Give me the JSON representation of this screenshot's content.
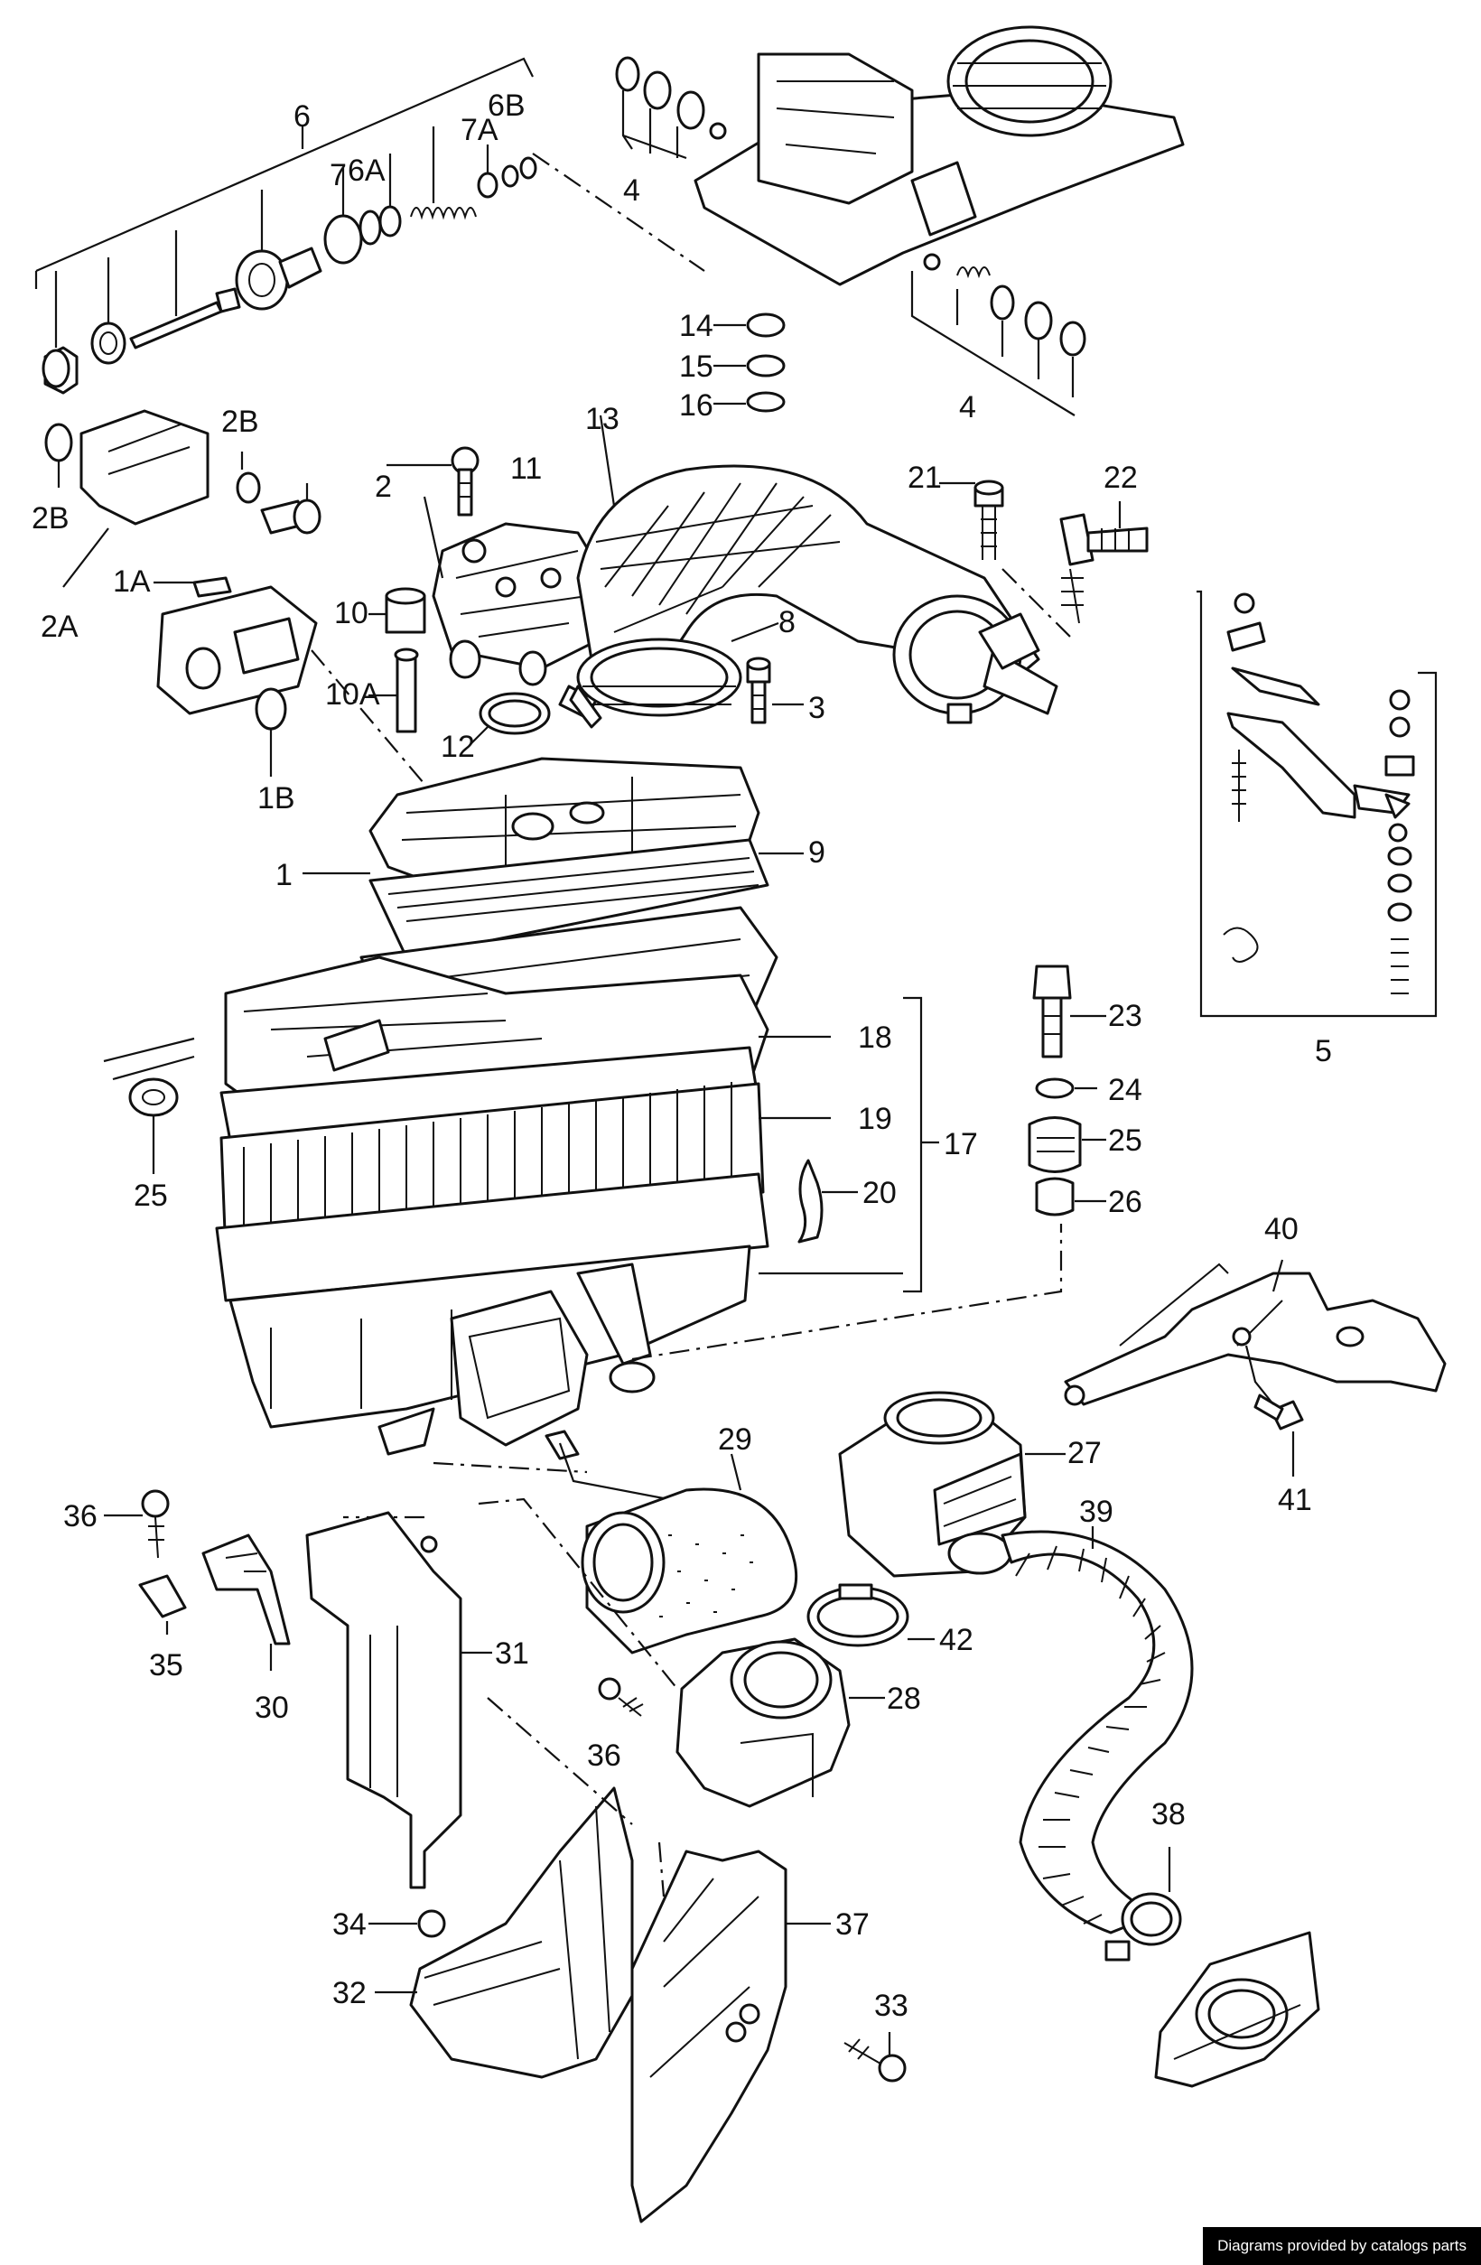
{
  "callouts": [
    "1",
    "1A",
    "1B",
    "2",
    "2A",
    "2B",
    "2B",
    "3",
    "4",
    "4",
    "5",
    "6",
    "6A",
    "6B",
    "7",
    "7A",
    "8",
    "9",
    "10",
    "10A",
    "11",
    "12",
    "13",
    "14",
    "15",
    "16",
    "17",
    "18",
    "19",
    "20",
    "21",
    "22",
    "23",
    "24",
    "25",
    "25",
    "26",
    "27",
    "28",
    "29",
    "30",
    "31",
    "32",
    "33",
    "34",
    "35",
    "36",
    "36",
    "37",
    "38",
    "39",
    "40",
    "41",
    "42"
  ],
  "footer": {
    "credit": "Diagrams provided by catalogs parts"
  }
}
